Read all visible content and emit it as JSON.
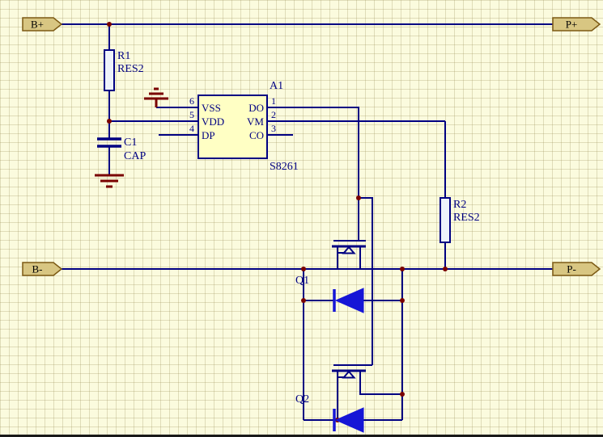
{
  "ports": {
    "b_plus": {
      "label": "B+"
    },
    "p_plus": {
      "label": "P+"
    },
    "b_minus": {
      "label": "B-"
    },
    "p_minus": {
      "label": "P-"
    }
  },
  "components": {
    "r1": {
      "designator": "R1",
      "value": "RES2"
    },
    "c1": {
      "designator": "C1",
      "value": "CAP"
    },
    "r2": {
      "designator": "R2",
      "value": "RES2"
    },
    "q1": {
      "designator": "Q1"
    },
    "q2": {
      "designator": "Q2"
    },
    "u1": {
      "designator": "A1",
      "part_number": "S8261",
      "left_pins": [
        {
          "num": "6",
          "name": "VSS"
        },
        {
          "num": "5",
          "name": "VDD"
        },
        {
          "num": "4",
          "name": "DP"
        }
      ],
      "right_pins": [
        {
          "num": "1",
          "name": "DO"
        },
        {
          "num": "2",
          "name": "VM"
        },
        {
          "num": "3",
          "name": "CO"
        }
      ]
    }
  },
  "colors": {
    "wire": "#000082",
    "junction": "#7A0000",
    "ground": "#7A0000",
    "diode": "#1616D6",
    "ic_fill": "#FFFFC4",
    "port_fill": "#D8C682",
    "background": "#FBFBDE"
  }
}
